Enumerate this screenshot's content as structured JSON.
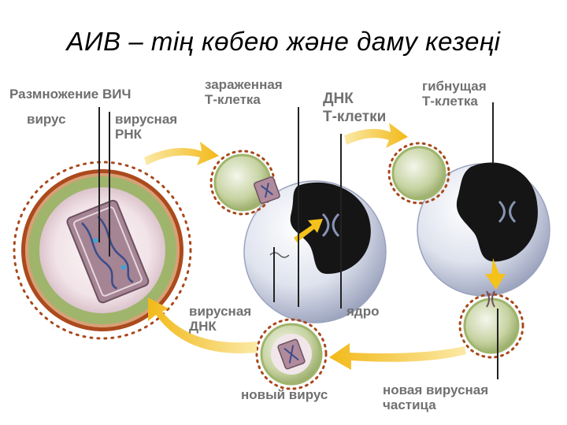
{
  "title": "АИВ – тің көбею және даму кезеңі",
  "diagram": {
    "heading": "Размножение ВИЧ",
    "labels": {
      "virus": "вирус",
      "viral_rna_line1": "вирусная",
      "viral_rna_line2": "РНК",
      "infected_cell_line1": "зараженная",
      "infected_cell_line2": "Т-клетка",
      "tcell_dna_line1": "ДНК",
      "tcell_dna_line2": "Т-клетки",
      "dying_cell_line1": "гибнущая",
      "dying_cell_line2": "Т-клетка",
      "viral_dna_line1": "вирусная",
      "viral_dna_line2": "ДНК",
      "nucleus": "ядро",
      "new_virus": "новый вирус",
      "new_particle_line1": "новая вирусная",
      "new_particle_line2": "частица"
    },
    "colors": {
      "arrow": "#f4c21a",
      "virus_red": "#a9481c",
      "virus_green": "#9fb56c",
      "cell_gray": "#c9cfdf",
      "label_gray": "#707070",
      "nucleus_black": "#151515"
    }
  }
}
